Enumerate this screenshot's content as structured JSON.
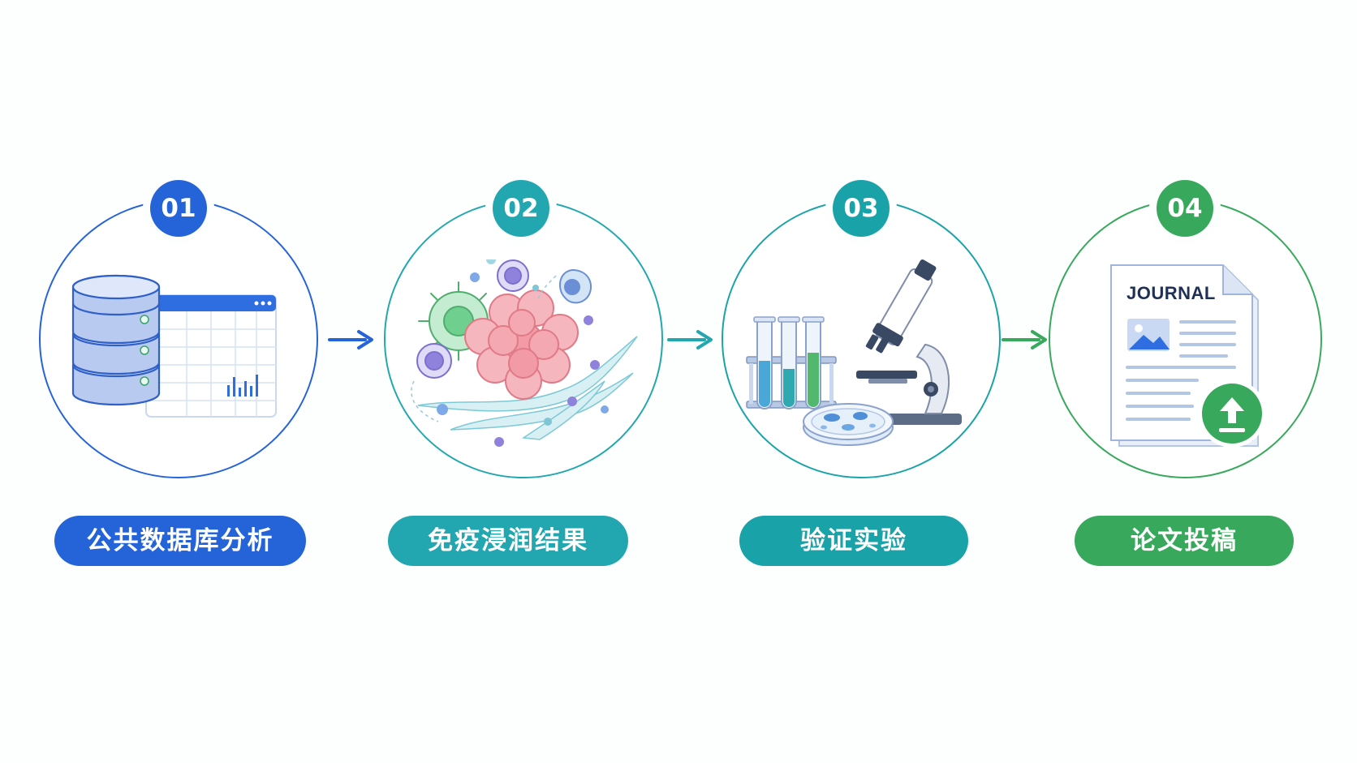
{
  "colors": {
    "step1": "#2563d9",
    "step2": "#22a7b0",
    "step3": "#19a3a9",
    "step4": "#38a95c"
  },
  "steps": [
    {
      "number": "01",
      "label": "公共数据库分析",
      "icon": "database-spreadsheet-icon"
    },
    {
      "number": "02",
      "label": "免疫浸润结果",
      "icon": "immune-cells-icon"
    },
    {
      "number": "03",
      "label": "验证实验",
      "icon": "lab-microscope-icon"
    },
    {
      "number": "04",
      "label": "论文投稿",
      "icon": "journal-upload-icon"
    }
  ],
  "journal": {
    "title": "JOURNAL"
  }
}
